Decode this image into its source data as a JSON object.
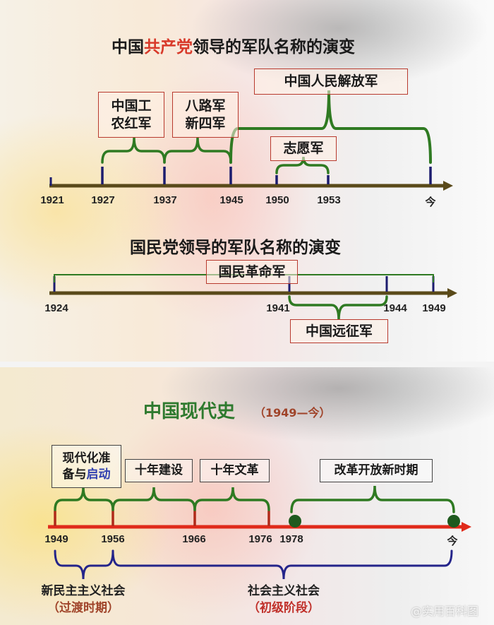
{
  "cpc_section": {
    "title_prefix": "中国",
    "title_highlight": "共产党",
    "title_suffix": "领导的军队名称的演变",
    "years": [
      "1921",
      "1927",
      "1937",
      "1945",
      "1950",
      "1953",
      "今"
    ],
    "boxes": {
      "red_army_line1": "中国工",
      "red_army_line2": "农红军",
      "eighth_route_line1": "八路军",
      "eighth_route_line2": "新四军",
      "pla": "中国人民解放军",
      "volunteers": "志愿军"
    }
  },
  "kmt_section": {
    "title": "国民党领导的军队名称的演变",
    "years": [
      "1924",
      "1941",
      "1944",
      "1949"
    ],
    "boxes": {
      "nra": "国民革命军",
      "expedition": "中国远征军"
    }
  },
  "modern_section": {
    "title": "中国现代史",
    "subtitle": "（1949—今）",
    "years": [
      "1949",
      "1956",
      "1966",
      "1976",
      "1978",
      "今"
    ],
    "boxes": {
      "modernization_line1": "现代化准",
      "modernization_line2a": "备与",
      "modernization_line2b": "启动",
      "construction": "十年建设",
      "cultural_revolution": "十年文革",
      "reform": "改革开放新时期"
    },
    "periods": {
      "new_democratic": "新民主主义社会",
      "new_democratic_note": "（过渡时期）",
      "socialist": "社会主义社会",
      "socialist_note": "（初级阶段）"
    }
  },
  "watermark": "@实用百科图",
  "colors": {
    "brace_green": "#2f7a22",
    "axis_brown": "#5a4a1a",
    "tick_blue": "#1c1c6e",
    "axis_red": "#e02a1a",
    "brace_blue": "#24248a"
  }
}
